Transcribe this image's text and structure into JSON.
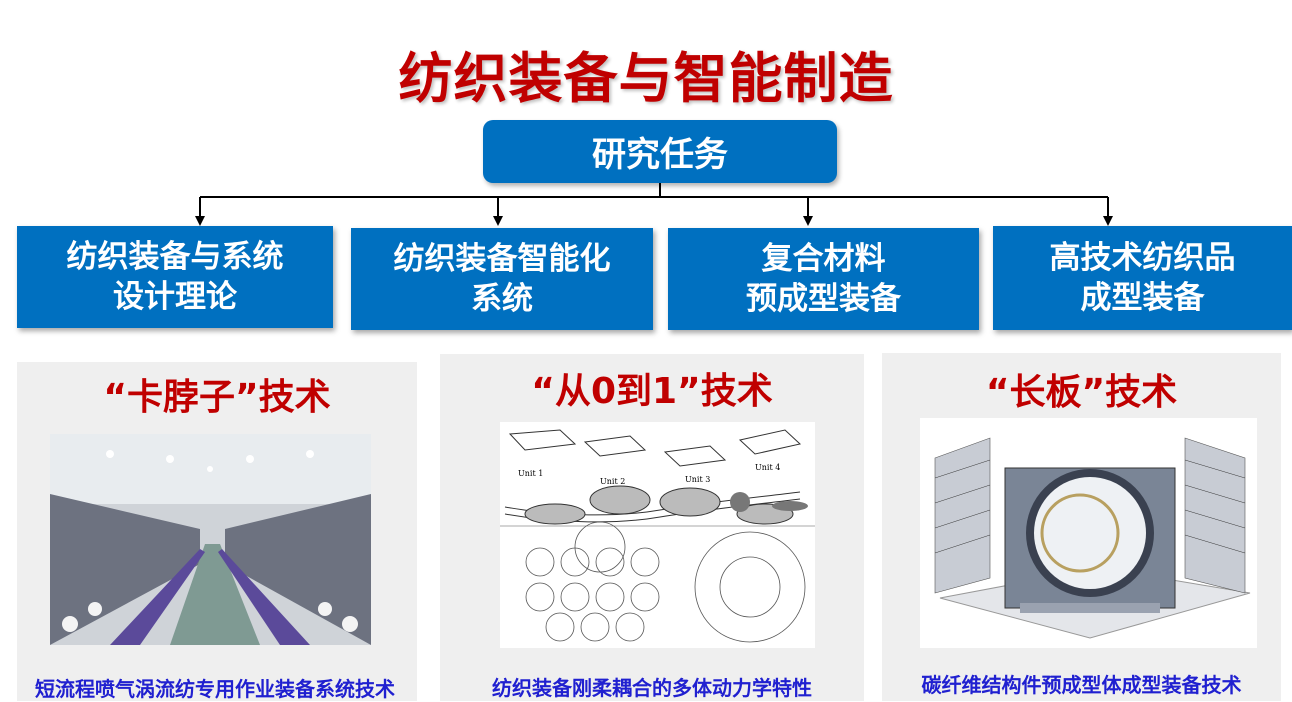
{
  "title": "纺织装备与智能制造",
  "root": "研究任务",
  "tasks": [
    {
      "line1": "纺织装备与系统",
      "line2": "设计理论"
    },
    {
      "line1": "纺织装备智能化",
      "line2": "系统"
    },
    {
      "line1": "复合材料",
      "line2": "预成型装备"
    },
    {
      "line1": "高技术纺织品",
      "line2": "成型装备"
    }
  ],
  "panels": [
    {
      "heading": "“卡脖子”技术",
      "caption": "短流程喷气涡流纺专用作业装备系统技术"
    },
    {
      "heading": "“从0到1”技术",
      "caption": "纺织装备刚柔耦合的多体动力学特性",
      "figure_labels": [
        "Unit 1",
        "Unit 2",
        "Unit 3",
        "Unit 4"
      ]
    },
    {
      "heading": "“长板”技术",
      "caption": "碳纤维结构件预成型体成型装备技术"
    }
  ],
  "colors": {
    "title": "#c00000",
    "box": "#0070c0",
    "caption": "#2020d0",
    "panel": "#efefef"
  }
}
